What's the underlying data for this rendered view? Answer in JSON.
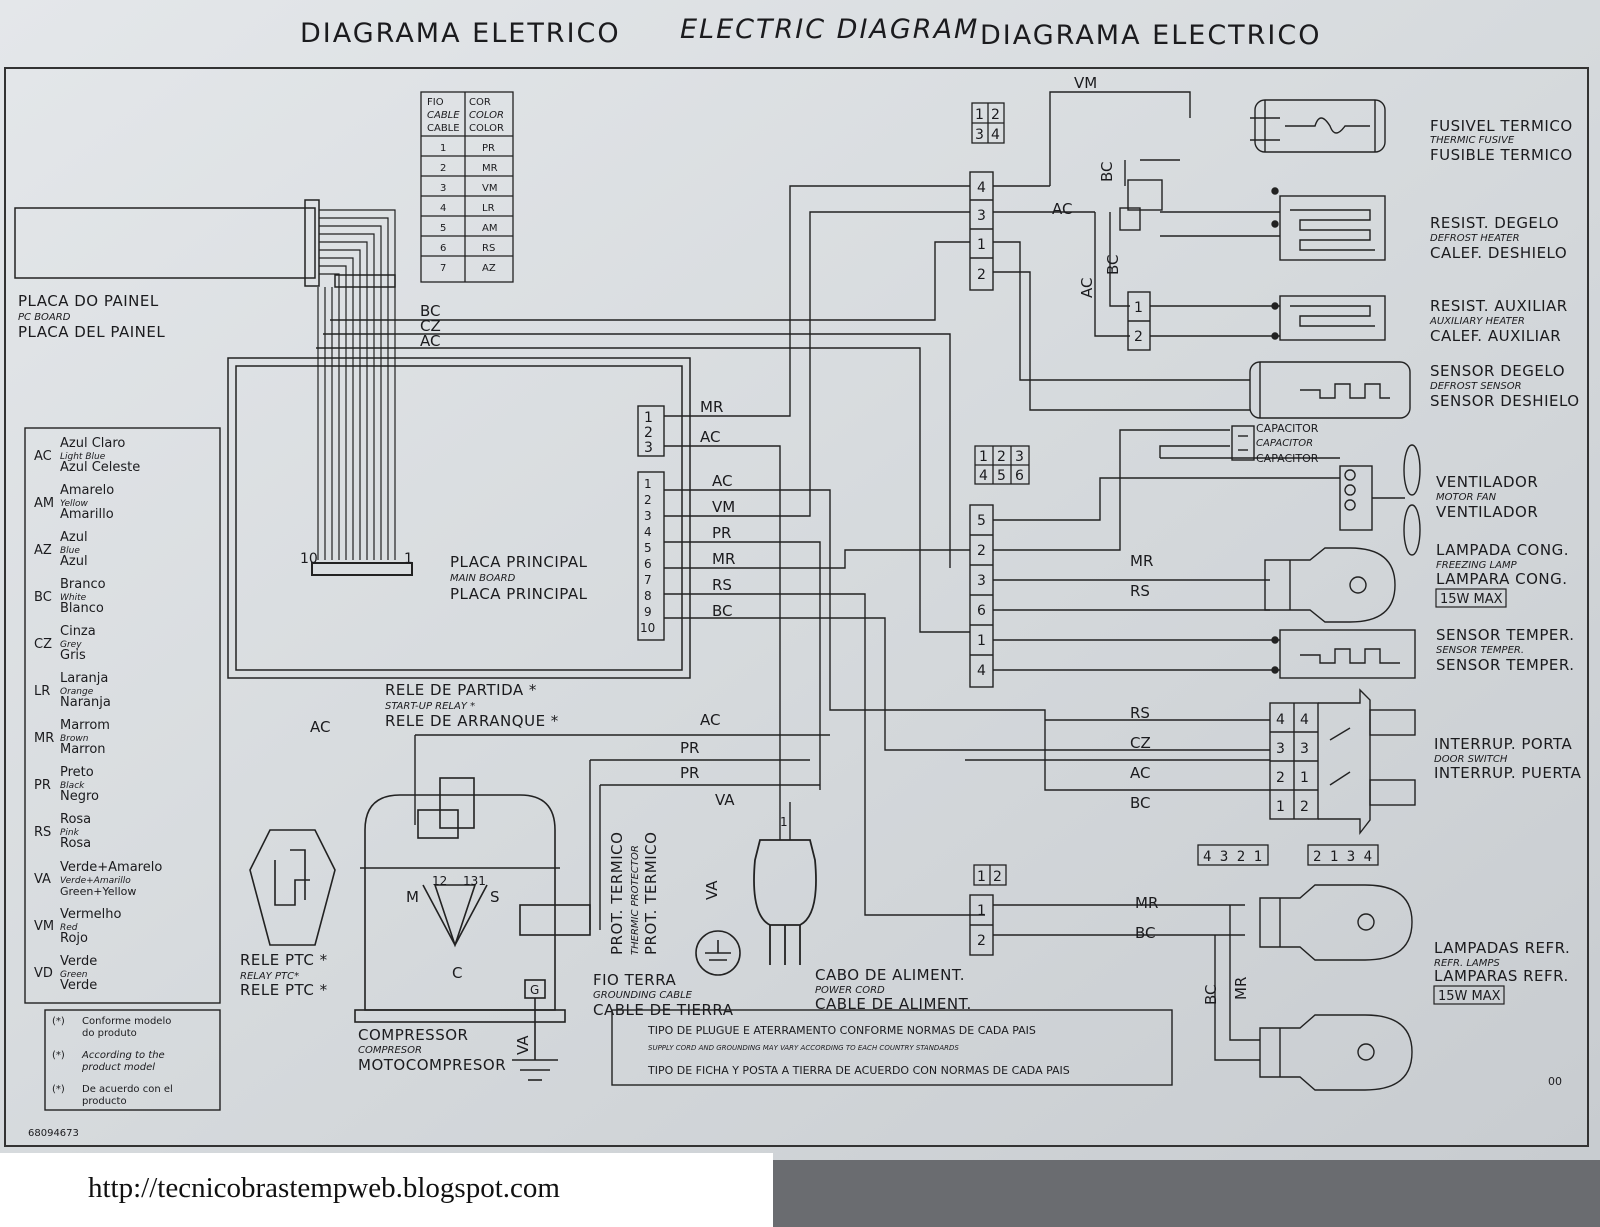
{
  "title": {
    "pt": "DIAGRAMA ELETRICO",
    "en": "ELECTRIC DIAGRAM",
    "es": "DIAGRAMA ELECTRICO"
  },
  "cable_table": {
    "head_left": [
      "FIO",
      "CABLE",
      "CABLE"
    ],
    "head_right": [
      "COR",
      "COLOR",
      "COLOR"
    ],
    "rows": [
      {
        "n": "1",
        "c": "PR"
      },
      {
        "n": "2",
        "c": "MR"
      },
      {
        "n": "3",
        "c": "VM"
      },
      {
        "n": "4",
        "c": "LR"
      },
      {
        "n": "5",
        "c": "AM"
      },
      {
        "n": "6",
        "c": "RS"
      },
      {
        "n": "7",
        "c": "AZ"
      }
    ]
  },
  "pc_board": [
    "PLACA DO PAINEL",
    "PC BOARD",
    "PLACA DEL PAINEL"
  ],
  "main_board": [
    "PLACA PRINCIPAL",
    "MAIN BOARD",
    "PLACA PRINCIPAL"
  ],
  "ribbon_pins": {
    "left": "10",
    "right": "1"
  },
  "legend": [
    {
      "code": "AC",
      "l1": "Azul Claro",
      "l2": "Light Blue",
      "l3": "Azul Celeste"
    },
    {
      "code": "AM",
      "l1": "Amarelo",
      "l2": "Yellow",
      "l3": "Amarillo"
    },
    {
      "code": "AZ",
      "l1": "Azul",
      "l2": "Blue",
      "l3": "Azul"
    },
    {
      "code": "BC",
      "l1": "Branco",
      "l2": "White",
      "l3": "Blanco"
    },
    {
      "code": "CZ",
      "l1": "Cinza",
      "l2": "Grey",
      "l3": "Gris"
    },
    {
      "code": "LR",
      "l1": "Laranja",
      "l2": "Orange",
      "l3": "Naranja"
    },
    {
      "code": "MR",
      "l1": "Marrom",
      "l2": "Brown",
      "l3": "Marron"
    },
    {
      "code": "PR",
      "l1": "Preto",
      "l2": "Black",
      "l3": "Negro"
    },
    {
      "code": "RS",
      "l1": "Rosa",
      "l2": "Pink",
      "l3": "Rosa"
    },
    {
      "code": "VA",
      "l1": "Verde+Amarelo",
      "l2": "Verde+Amarillo",
      "l3": "Green+Yellow"
    },
    {
      "code": "VM",
      "l1": "Vermelho",
      "l2": "Red",
      "l3": "Rojo"
    },
    {
      "code": "VD",
      "l1": "Verde",
      "l2": "Green",
      "l3": "Verde"
    }
  ],
  "footnotes": [
    {
      "mark": "(*)",
      "l1": "Conforme modelo",
      "l2": "do produto"
    },
    {
      "mark": "(*)",
      "l1": "According to the",
      "l2": "product model"
    },
    {
      "mark": "(*)",
      "l1": "De acuerdo con el",
      "l2": "producto"
    }
  ],
  "part_number": "68094673",
  "wires": {
    "bc": "BC",
    "cz": "CZ",
    "ac": "AC",
    "mr": "MR",
    "vm": "VM",
    "pr": "PR",
    "rs": "RS",
    "va": "VA"
  },
  "main_pins_a": [
    "1",
    "2",
    "3"
  ],
  "main_pins_b": [
    "1",
    "2",
    "3",
    "4",
    "5",
    "6",
    "7",
    "8",
    "9",
    "10"
  ],
  "conn_top_grid": [
    "1",
    "2",
    "3",
    "4"
  ],
  "conn_mid_grid": [
    "1",
    "2",
    "3",
    "4",
    "5",
    "6"
  ],
  "conn_low_grid": [
    "1",
    "2"
  ],
  "conn_a": [
    "4",
    "3",
    "1",
    "2"
  ],
  "conn_b": [
    "5",
    "2",
    "3",
    "6",
    "1",
    "4"
  ],
  "conn_c": [
    "1",
    "2"
  ],
  "aux_conn": [
    "1",
    "2"
  ],
  "door_left": [
    "4",
    "3",
    "2",
    "1"
  ],
  "door_right": [
    "4",
    "3",
    "1",
    "2"
  ],
  "door_key_left": "4 3 2 1",
  "door_key_right": "2 1 3 4",
  "components": {
    "fuse": [
      "FUSIVEL TERMICO",
      "THERMIC FUSIVE",
      "FUSIBLE TERMICO"
    ],
    "defrost_heater": [
      "RESIST. DEGELO",
      "DEFROST HEATER",
      "CALEF. DESHIELO"
    ],
    "aux_heater": [
      "RESIST. AUXILIAR",
      "AUXILIARY HEATER",
      "CALEF. AUXILIAR"
    ],
    "defrost_sensor": [
      "SENSOR DEGELO",
      "DEFROST SENSOR",
      "SENSOR DESHIELO"
    ],
    "capacitor": [
      "CAPACITOR",
      "CAPACITOR",
      "CAPACITOR"
    ],
    "fan": [
      "VENTILADOR",
      "MOTOR FAN",
      "VENTILADOR"
    ],
    "freezer_lamp": [
      "LAMPADA CONG.",
      "FREEZING LAMP",
      "LAMPARA CONG.",
      "15W MAX"
    ],
    "temp_sensor": [
      "SENSOR TEMPER.",
      "SENSOR TEMPER.",
      "SENSOR TEMPER."
    ],
    "door_switch": [
      "INTERRUP. PORTA",
      "DOOR SWITCH",
      "INTERRUP. PUERTA"
    ],
    "fridge_lamps": [
      "LAMPADAS REFR.",
      "REFR. LAMPS",
      "LAMPARAS REFR.",
      "15W MAX"
    ],
    "start_relay": [
      "RELE DE PARTIDA *",
      "START-UP RELAY *",
      "RELE DE ARRANQUE *"
    ],
    "ptc_relay": [
      "RELE PTC *",
      "RELAY PTC*",
      "RELE PTC *"
    ],
    "compressor": [
      "COMPRESSOR",
      "COMPRESOR",
      "MOTOCOMPRESOR"
    ],
    "protector": [
      "PROT. TERMICO",
      "THERMIC PROTECTOR",
      "PROT. TERMICO"
    ],
    "ground": [
      "FIO TERRA",
      "GROUNDING CABLE",
      "CABLE DE TIERRA"
    ],
    "power_cord": [
      "CABO DE ALIMENT.",
      "POWER CORD",
      "CABLE DE ALIMENT."
    ]
  },
  "compressor_marks": {
    "m": "M",
    "s": "S",
    "c": "C",
    "t1": "12",
    "t2": "131",
    "g": "G"
  },
  "plug_note": [
    "TIPO DE PLUGUE E ATERRAMENTO CONFORME NORMAS DE CADA PAIS",
    "SUPPLY CORD AND GROUNDING MAY VARY ACCORDING TO EACH COUNTRY STANDARDS",
    "TIPO DE FICHA Y POSTA A TIERRA DE ACUERDO CON NORMAS DE CADA PAIS"
  ],
  "revision": "00",
  "url": "http://tecnicobrastempweb.blogspot.com"
}
